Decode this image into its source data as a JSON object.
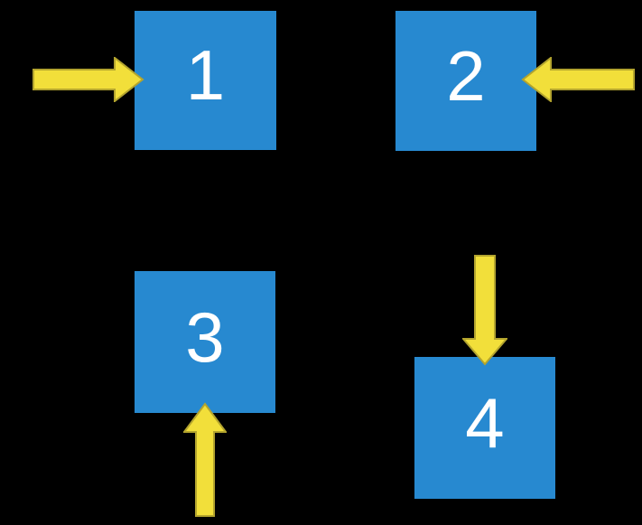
{
  "diagram": {
    "title": "numbered-boxes-with-arrows",
    "background": "#000000",
    "colors": {
      "box": "#2789d0",
      "label": "#ffffff",
      "arrow": "#f2df3a",
      "arrow_outline": "#b3a42e"
    },
    "boxes": [
      {
        "label": "1",
        "position": "top-left",
        "arrow_points": "right-into-left-side"
      },
      {
        "label": "2",
        "position": "top-right",
        "arrow_points": "left-into-right-side"
      },
      {
        "label": "3",
        "position": "bottom-left",
        "arrow_points": "up-into-bottom-side"
      },
      {
        "label": "4",
        "position": "bottom-right",
        "arrow_points": "down-into-top-side"
      }
    ]
  }
}
